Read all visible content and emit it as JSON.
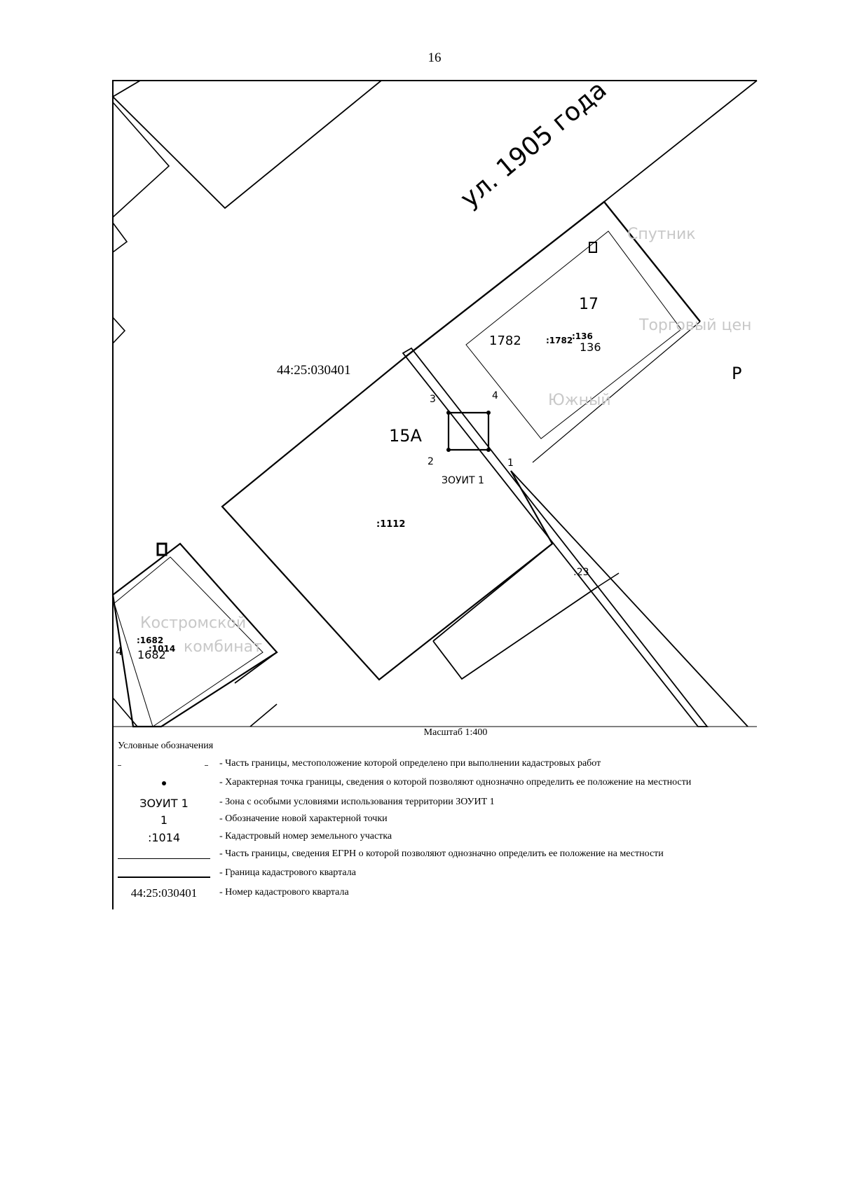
{
  "page_number": "16",
  "map": {
    "street_label": "ул. 1905 года",
    "quarter_number": "44:25:030401",
    "parcels": {
      "main": "15А",
      "main_cadastral": ":1112",
      "northeast": "17",
      "northeast_cadastral_a": "1782",
      "northeast_cadastral_b": ":1782",
      "northeast_cadastral_c": ":136",
      "northeast_cadastral_d": "136",
      "southwest_cadastral_a": ":1682",
      "southwest_cadastral_b": ":1014",
      "southwest_cadastral_c": "1682",
      "southwest_lot": "4",
      "road_cadastral": ":23"
    },
    "points": [
      "1",
      "2",
      "3",
      "4"
    ],
    "zone_label": "ЗОУИТ 1",
    "faded_labels": {
      "kiosk": "Спутник",
      "trade_center": "Торговый цен",
      "district": "Южный",
      "combine_1": "Костромской",
      "combine_2": "комбинат",
      "letter_r": "Р"
    },
    "scale": "Масштаб 1:400"
  },
  "legend": {
    "title": "Условные обозначения",
    "items": [
      {
        "symbol_kind": "dashed-line",
        "symbol_text": "",
        "text": "- Часть границы, местоположение которой определено при выполнении кадастровых работ"
      },
      {
        "symbol_kind": "dot",
        "symbol_text": "",
        "text": "- Характерная точка границы, сведения о которой позволяют однозначно определить ее положение на местности"
      },
      {
        "symbol_kind": "text",
        "symbol_text": "ЗОУИТ 1",
        "text": "- Зона с особыми условиями использования территории ЗОУИТ 1"
      },
      {
        "symbol_kind": "text",
        "symbol_text": "1",
        "text": "- Обозначение новой характерной точки"
      },
      {
        "symbol_kind": "text",
        "symbol_text": ":1014",
        "text": "- Кадастровый номер земельного участка"
      },
      {
        "symbol_kind": "thin-line",
        "symbol_text": "",
        "text": "- Часть границы, сведения ЕГРН о которой позволяют однозначно определить ее положение на местности"
      },
      {
        "symbol_kind": "thick-line",
        "symbol_text": "",
        "text": "- Граница кадастрового квартала"
      },
      {
        "symbol_kind": "text",
        "symbol_text": "44:25:030401",
        "text": "- Номер кадастрового квартала"
      }
    ]
  }
}
